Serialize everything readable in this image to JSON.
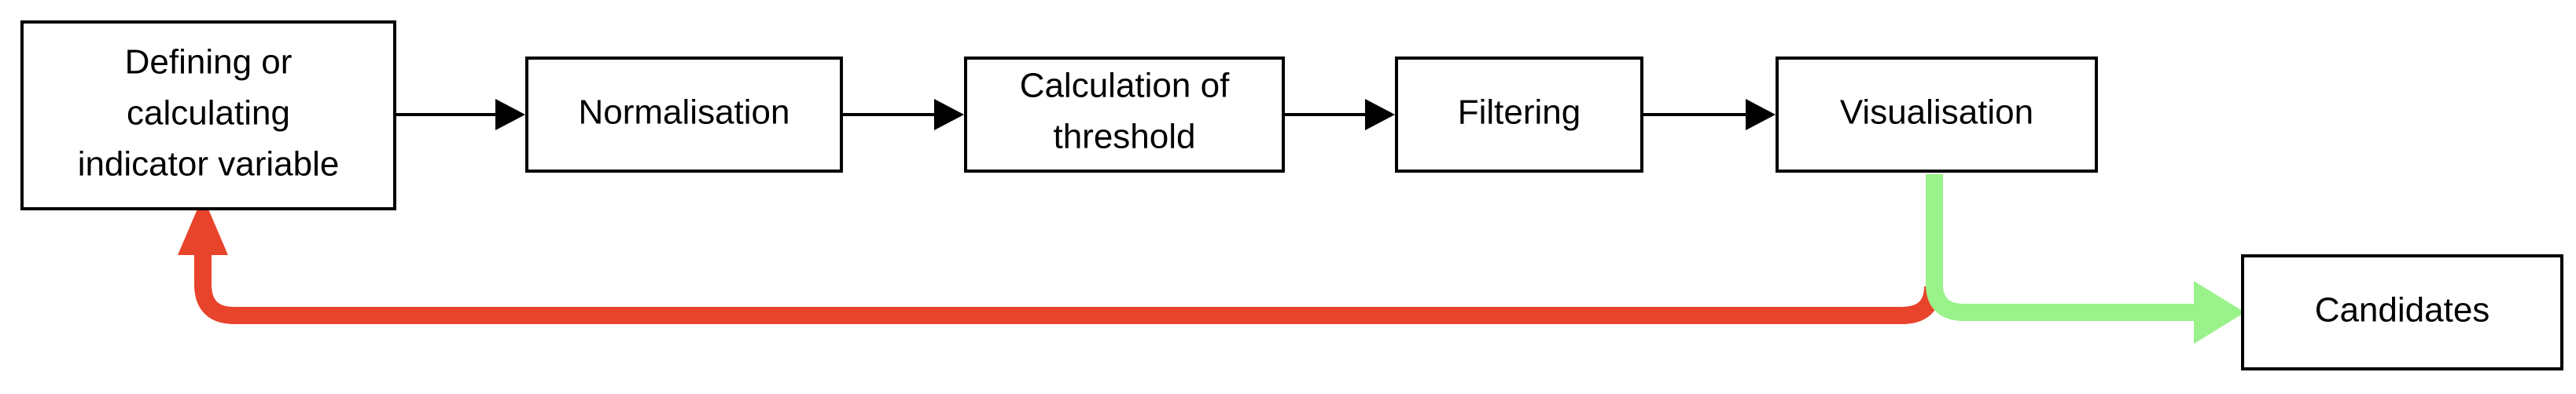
{
  "diagram": {
    "nodes": {
      "defining": {
        "lines": [
          "Defining or",
          "calculating",
          "indicator variable"
        ]
      },
      "normalisation": {
        "lines": [
          "Normalisation"
        ]
      },
      "threshold": {
        "lines": [
          "Calculation of",
          "threshold"
        ]
      },
      "filtering": {
        "lines": [
          "Filtering"
        ]
      },
      "visualisation": {
        "lines": [
          "Visualisation"
        ]
      },
      "candidates": {
        "lines": [
          "Candidates"
        ]
      }
    },
    "edges": [
      {
        "from": "defining",
        "to": "normalisation",
        "color": "#000000"
      },
      {
        "from": "normalisation",
        "to": "threshold",
        "color": "#000000"
      },
      {
        "from": "threshold",
        "to": "filtering",
        "color": "#000000"
      },
      {
        "from": "filtering",
        "to": "visualisation",
        "color": "#000000"
      },
      {
        "from": "visualisation",
        "to": "defining",
        "color": "#e8432b",
        "kind": "feedback"
      },
      {
        "from": "visualisation",
        "to": "candidates",
        "color": "#9af28a",
        "kind": "output"
      }
    ]
  }
}
